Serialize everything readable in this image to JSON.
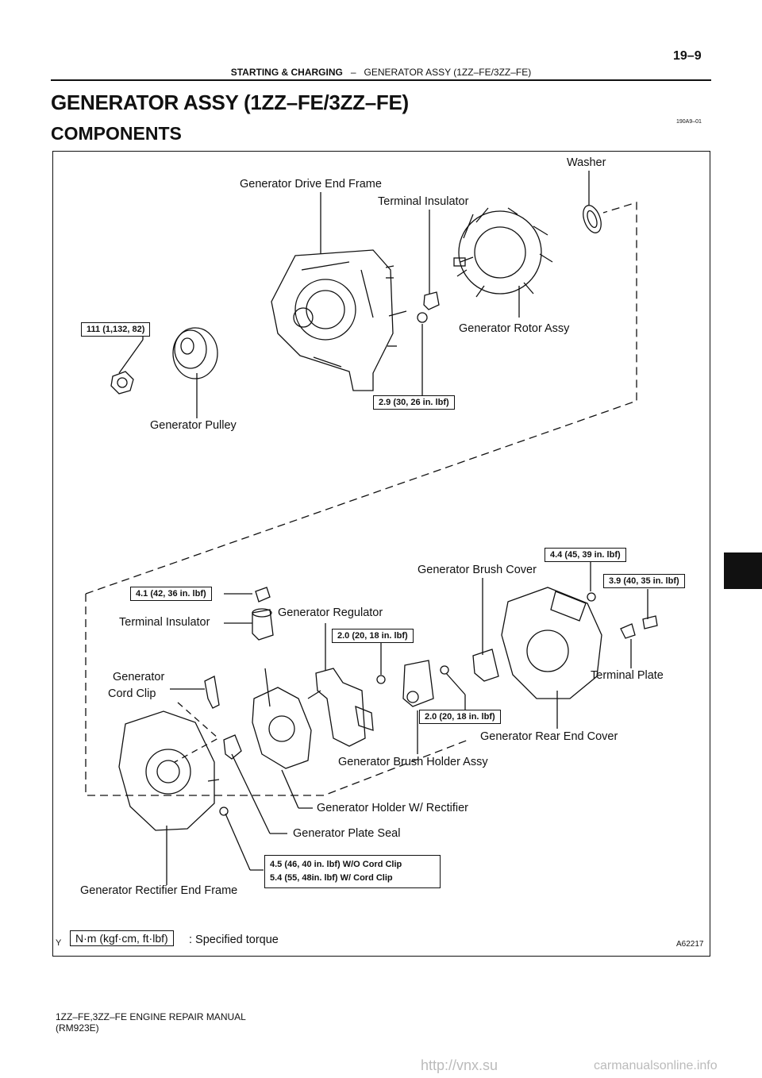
{
  "header": {
    "section": "STARTING & CHARGING",
    "dash": "–",
    "topic": "GENERATOR ASSY (1ZZ–FE/3ZZ–FE)",
    "page_number": "19–9"
  },
  "title": "GENERATOR ASSY (1ZZ–FE/3ZZ–FE)",
  "subtitle": "COMPONENTS",
  "doc_code": "190A9–01",
  "labels": {
    "washer": "Washer",
    "drive_end_frame": "Generator Drive End Frame",
    "terminal_insulator_top": "Terminal Insulator",
    "rotor_assy": "Generator Rotor Assy",
    "pulley": "Generator Pulley",
    "brush_cover": "Generator Brush Cover",
    "terminal_insulator_bottom": "Terminal Insulator",
    "regulator": "Generator Regulator",
    "cord_clip_line1": "Generator",
    "cord_clip_line2": "Cord Clip",
    "terminal_plate": "Terminal Plate",
    "rear_end_cover": "Generator Rear End Cover",
    "brush_holder_assy": "Generator Brush Holder Assy",
    "holder_rectifier": "Generator Holder W/ Rectifier",
    "plate_seal": "Generator Plate Seal",
    "rectifier_end_frame": "Generator Rectifier End Frame"
  },
  "torques": {
    "pulley_nut": "111 (1,132, 82)",
    "terminal_nut_top": "2.9 (30, 26 in. lbf)",
    "brush_cover_nut": "4.4 (45, 39 in. lbf)",
    "terminal_plate_bolt": "3.9 (40, 35 in. lbf)",
    "terminal_insulator_nut": "4.1 (42, 36 in. lbf)",
    "regulator_screw": "2.0 (20, 18 in. lbf)",
    "brush_holder_screw": "2.0 (20, 18 in. lbf)",
    "rect_frame_line1": "4.5 (46, 40 in. lbf) W/O Cord Clip",
    "rect_frame_line2": "5.4 (55, 48in. lbf) W/ Cord Clip"
  },
  "legend": {
    "unit": "N·m (kgf·cm, ft·lbf)",
    "text": ": Specified torque",
    "marker": "Y",
    "figure_id": "A62217"
  },
  "footer": {
    "line1": "1ZZ–FE,3ZZ–FE ENGINE REPAIR MANUAL",
    "line2": "(RM923E)"
  },
  "watermarks": {
    "left": "http://vnx.su",
    "right": "carmanualsonline.info"
  }
}
